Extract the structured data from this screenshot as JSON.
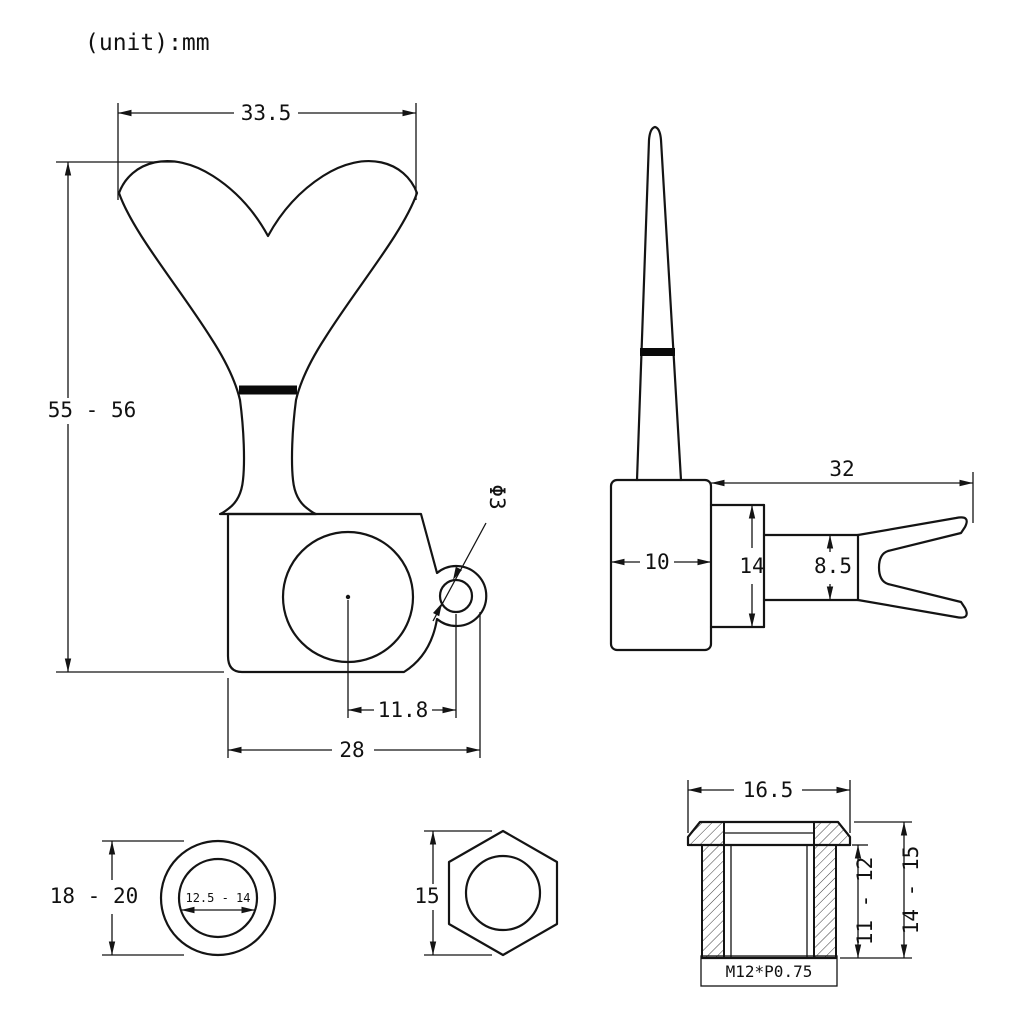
{
  "title": {
    "unit_label": "(unit):mm"
  },
  "colors": {
    "ink": "#141414",
    "background": "#ffffff"
  },
  "front_view": {
    "button_width": "33.5",
    "overall_height": "55 - 56",
    "screw_center_offset": "11.8",
    "body_width": "28",
    "screw_hole_diameter": "Φ3"
  },
  "side_view": {
    "housing_depth": "10",
    "housing_height": "14",
    "post_diameter": "8.5",
    "overall_depth": "32"
  },
  "washer_view": {
    "outer_diameter": "18 - 20",
    "inner_diameter": "12.5 - 14"
  },
  "nut_view": {
    "across_flats": "15"
  },
  "bushing_view": {
    "flange_diameter": "16.5",
    "thread_length": "11 - 12",
    "overall_length": "14 - 15",
    "thread_spec": "M12*P0.75"
  }
}
